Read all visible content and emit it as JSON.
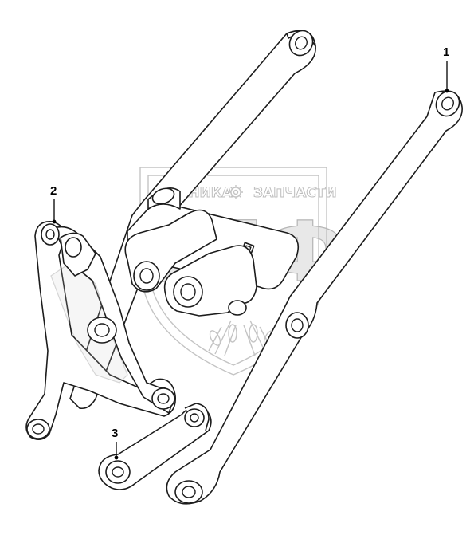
{
  "callouts": [
    {
      "id": "1",
      "label": "1"
    },
    {
      "id": "2",
      "label": "2"
    },
    {
      "id": "3",
      "label": "3"
    }
  ],
  "watermark": {
    "brand_left": "ТЕХНИКА",
    "brand_right": "ЗАПЧАСТИ",
    "logo_letters": "ЭПФ",
    "icon": "gear-icon"
  },
  "colors": {
    "line": "#1c1c1c",
    "watermark": "#bdbdbd",
    "background": "#ffffff"
  }
}
